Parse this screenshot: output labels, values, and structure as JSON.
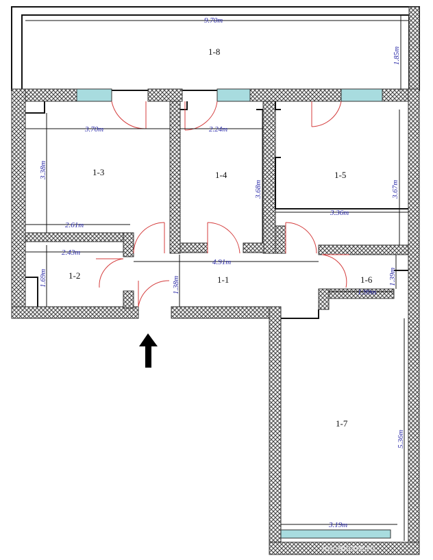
{
  "rooms": {
    "r18": "1-8",
    "r13": "1-3",
    "r14": "1-4",
    "r15": "1-5",
    "r12": "1-2",
    "r11": "1-1",
    "r16": "1-6",
    "r17": "1-7"
  },
  "dimensions": {
    "d_9_70": "9.70m",
    "d_1_85": "1.85m",
    "d_3_70": "3.70m",
    "d_2_24": "2.24m",
    "d_3_38": "3.38m",
    "d_3_68": "3.68m",
    "d_3_67": "3.67m",
    "d_3_36": "3.36m",
    "d_2_61": "2.61m",
    "d_2_43": "2.43m",
    "d_4_91": "4.91m",
    "d_1_69": "1.69m",
    "d_1_38": "1.38m",
    "d_1_39": "1.39m",
    "d_1_99": "1.99m",
    "d_5_36": "5.36m",
    "d_3_19": "3.19m"
  },
  "watermark": "imobiliare.ro",
  "colors": {
    "wall_hatch": "#555555",
    "window": "#a8dcdf",
    "door": "#d43b3b",
    "dimension_text": "#2a2aa8"
  },
  "icons": {
    "entrance": "arrow-up-icon"
  }
}
